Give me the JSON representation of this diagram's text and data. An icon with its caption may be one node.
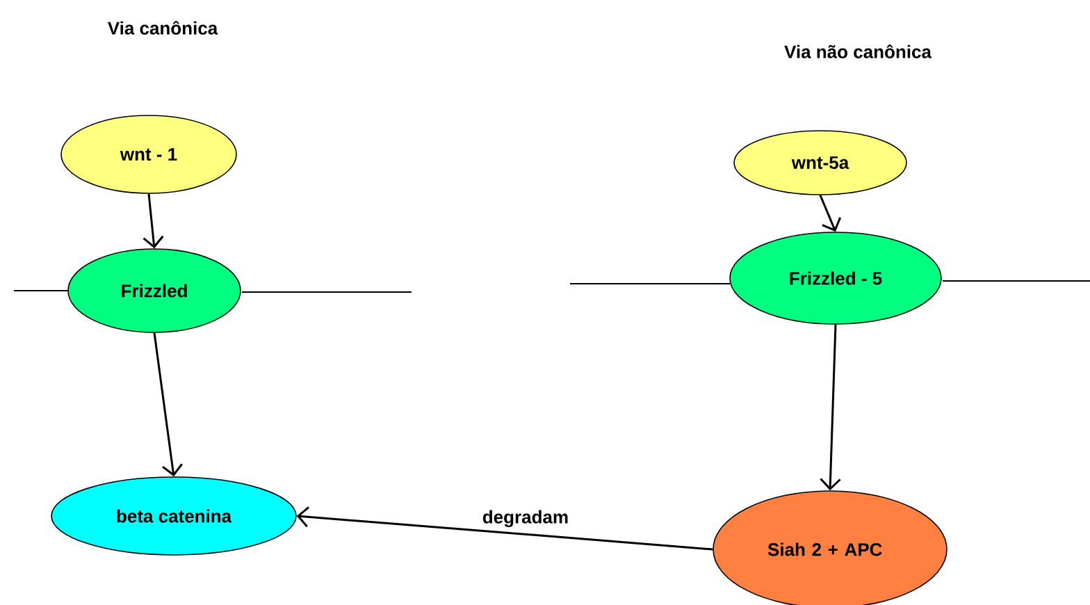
{
  "diagram": {
    "nodes": [
      {
        "text": [
          "wnt - 1"
        ]
      },
      {
        "text": [
          "Frizzled"
        ]
      },
      {
        "text": [
          "beta catenina"
        ]
      },
      {
        "text": [
          "wnt-5a"
        ]
      },
      {
        "text": [
          "Frizzled - 5"
        ]
      },
      {
        "text": [
          "Siah 2 + APC"
        ]
      }
    ],
    "edges": [
      {
        "from": 0,
        "to": 1,
        "arrow": "to"
      },
      {
        "from": 1,
        "to": 2,
        "arrow": "to"
      },
      {
        "from": 3,
        "to": 4,
        "arrow": "to"
      },
      {
        "from": 4,
        "to": 5,
        "arrow": "to"
      },
      {
        "from": 5,
        "to": 2,
        "arrow": "to",
        "label": "degradam"
      }
    ],
    "labels": [
      "Via canônica",
      "Via não canônica"
    ]
  }
}
